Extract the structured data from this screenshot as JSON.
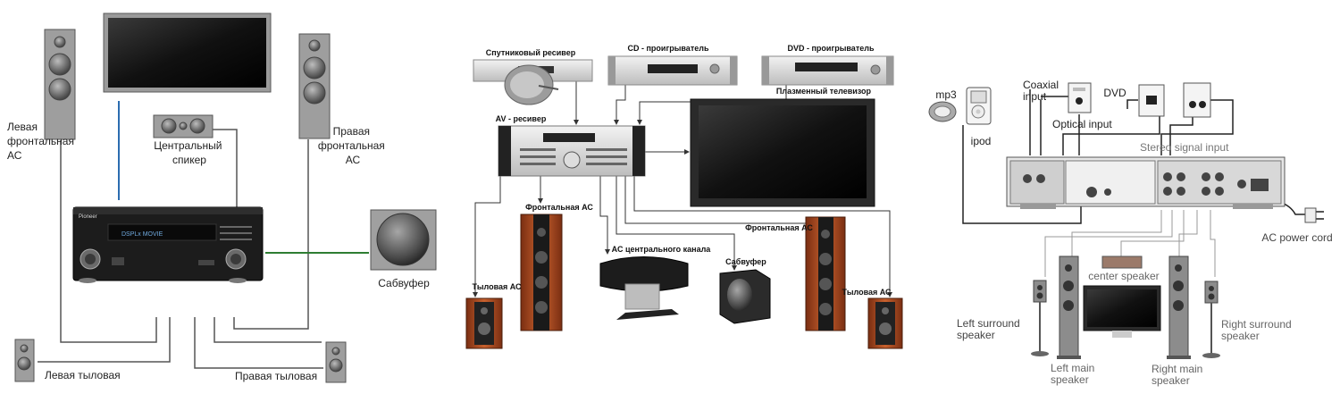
{
  "panel_left": {
    "front_left": [
      "Левая",
      "фронтальная",
      "АС"
    ],
    "center": [
      "Центральный",
      "спикер"
    ],
    "front_right": [
      "Правая",
      "фронтальная",
      "АС"
    ],
    "subwoofer": "Сабвуфер",
    "rear_left": "Левая тыловая",
    "rear_right": "Правая тыловая",
    "receiver_brand": "Pioneer",
    "receiver_display": "DSPLx MOVIE"
  },
  "panel_middle": {
    "satellite": "Спутниковый ресивер",
    "cd_player": "CD - проигрыватель",
    "dvd_player": "DVD - проигрыватель",
    "av_receiver": "AV - ресивер",
    "plasma_tv": "Плазменный телевизор",
    "front_left": "Фронтальная АС",
    "front_right": "Фронтальная АС",
    "rear_left": "Тыловая АС",
    "rear_right": "Тыловая АС",
    "center": "АС центрального канала",
    "subwoofer": "Сабвуфер"
  },
  "panel_right": {
    "mp3": "mp3",
    "ipod": "ipod",
    "coaxial": [
      "Coaxial",
      "input"
    ],
    "dvd": "DVD",
    "optical": "Optical input",
    "stereo": "Stereo signal input",
    "ac_power": "AC power cord",
    "center_speaker": "center speaker",
    "left_surround": [
      "Left surround",
      "speaker"
    ],
    "right_surround": [
      "Right surround",
      "speaker"
    ],
    "left_main": [
      "Left main",
      "speaker"
    ],
    "right_main": [
      "Right main",
      "speaker"
    ]
  },
  "colors": {
    "tv_cable": "#2b6cb0",
    "sub_cable": "#2e7d32",
    "wood": "#b5532a"
  }
}
